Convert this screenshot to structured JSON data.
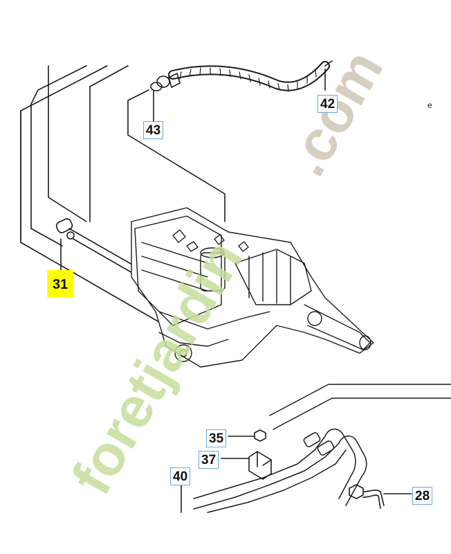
{
  "colors": {
    "callout_border": "#6aa7d8",
    "highlight": "#ffff00",
    "watermark_green": "#c5dd9a",
    "watermark_dot": "#cfc5b5",
    "line": "#1a1a1a"
  },
  "callouts": [
    {
      "id": "42",
      "label": "42"
    },
    {
      "id": "43",
      "label": "43"
    },
    {
      "id": "31",
      "label": "31",
      "highlighted": true
    },
    {
      "id": "35",
      "label": "35"
    },
    {
      "id": "37",
      "label": "37"
    },
    {
      "id": "40",
      "label": "40"
    },
    {
      "id": "28",
      "label": "28"
    }
  ],
  "watermark": {
    "text_main": "foretjardin",
    "text_tld": ".com"
  },
  "margin_mark": "e"
}
